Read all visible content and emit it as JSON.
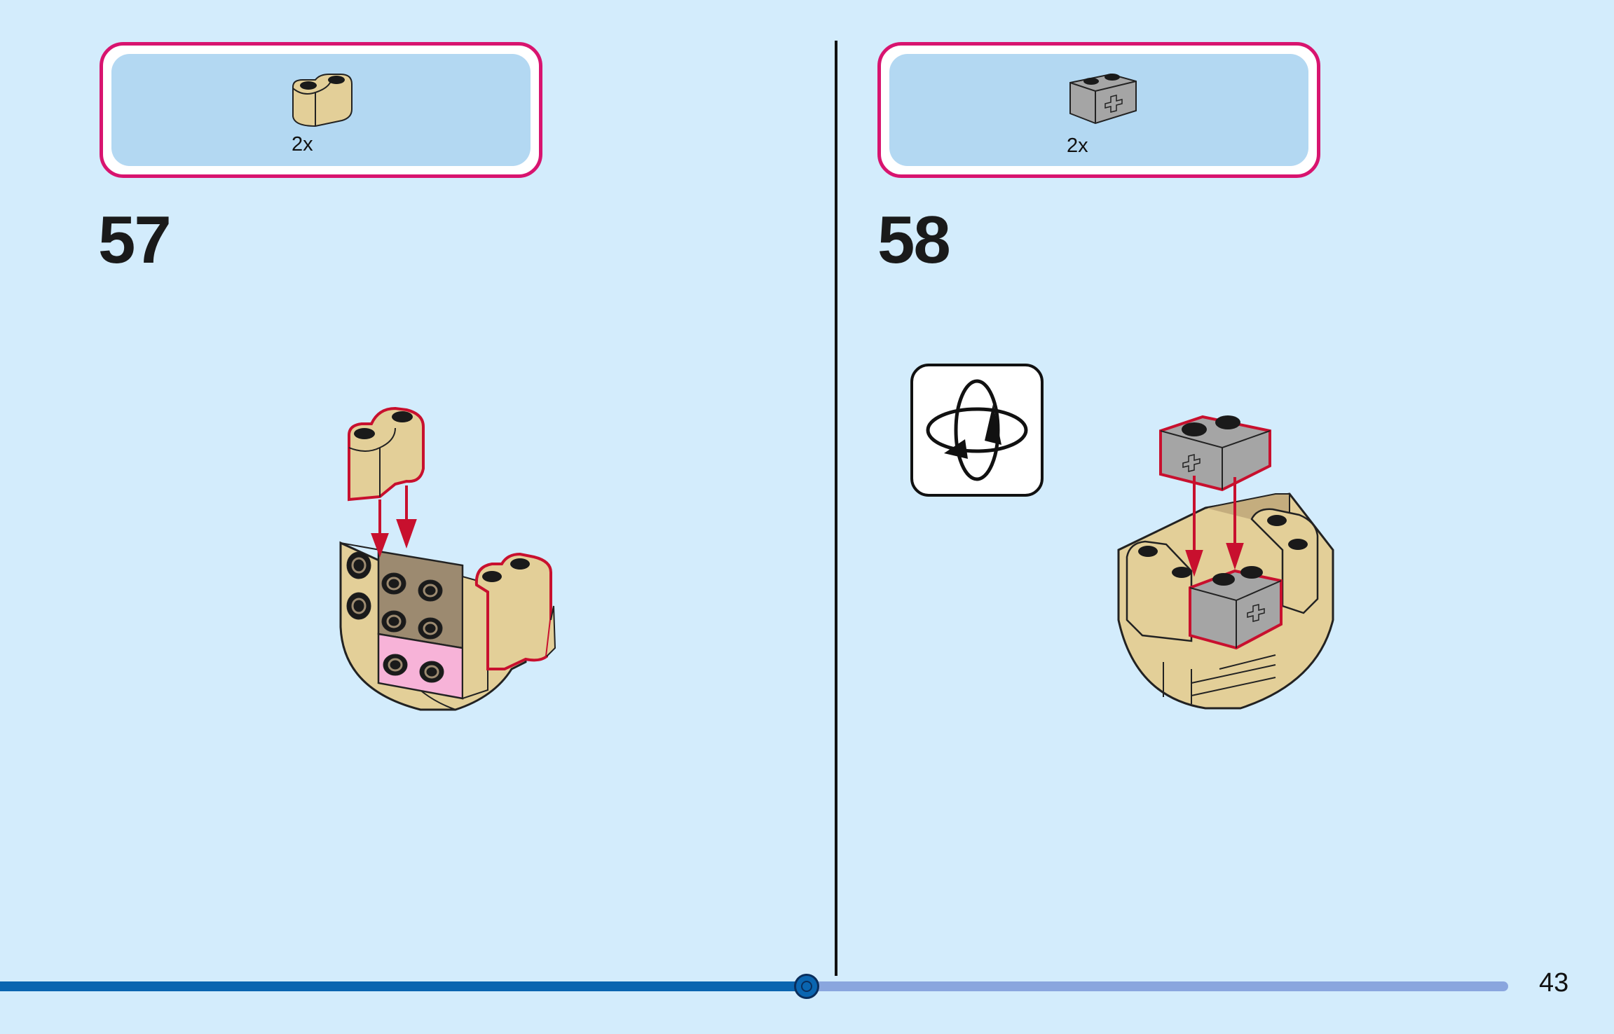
{
  "page": {
    "number": "43"
  },
  "steps": [
    {
      "number": "57",
      "parts": [
        {
          "quantity": "2x",
          "icon": "tan-curved-brick-icon",
          "color": "#e3cf98"
        }
      ]
    },
    {
      "number": "58",
      "parts": [
        {
          "quantity": "2x",
          "icon": "grey-technic-brick-icon",
          "color": "#a5a5a5"
        }
      ],
      "indicator": "rotate-model-icon"
    }
  ],
  "colors": {
    "background": "#d3ecfc",
    "callout_border": "#d8146f",
    "callout_fill": "#b3d8f2",
    "highlight": "#c8102e",
    "progress_done": "#0a65b0",
    "progress_remaining": "#8aa6de"
  },
  "progress": {
    "fraction": 0.535
  }
}
